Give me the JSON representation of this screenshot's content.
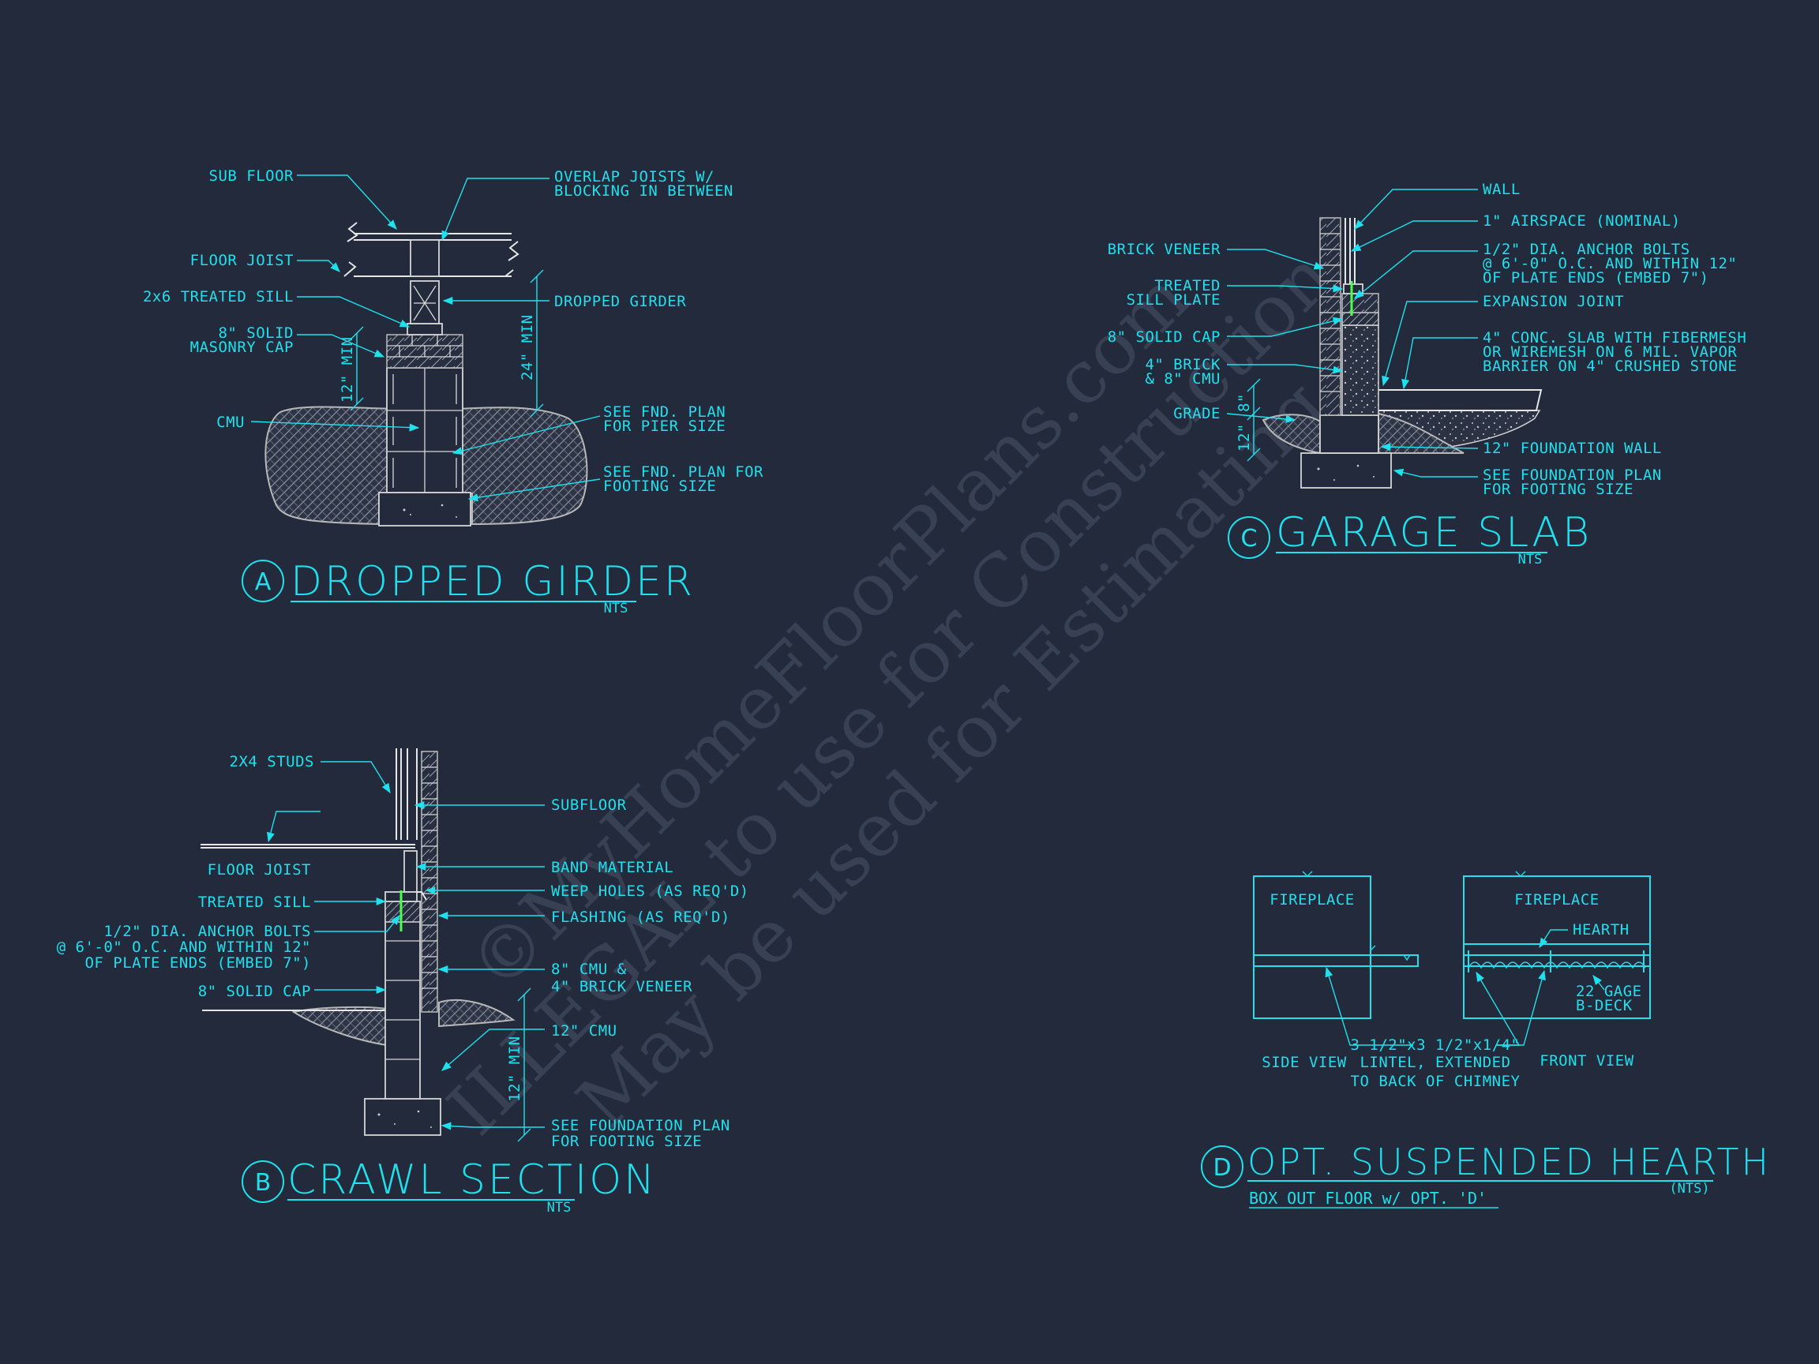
{
  "watermark": {
    "line1": "©MyHomeFloorPlans.com",
    "line2": "ILLEGAL to use for Construction",
    "line3": "May be used for Estimating"
  },
  "detail_a": {
    "letter": "A",
    "title": "DROPPED GIRDER",
    "scale": "NTS",
    "labels": {
      "sub_floor": "SUB FLOOR",
      "floor_joist": "FLOOR JOIST",
      "treated_sill": "2x6 TREATED SILL",
      "masonry_cap_1": "8\" SOLID",
      "masonry_cap_2": "MASONRY CAP",
      "cmu": "CMU",
      "overlap_1": "OVERLAP JOISTS W/",
      "overlap_2": "BLOCKING IN BETWEEN",
      "dropped_girder": "DROPPED GIRDER",
      "pier_1": "SEE FND. PLAN",
      "pier_2": "FOR PIER SIZE",
      "footing_1": "SEE FND. PLAN FOR",
      "footing_2": "FOOTING SIZE",
      "dim_12": "12\" MIN",
      "dim_24": "24\" MIN"
    }
  },
  "detail_b": {
    "letter": "B",
    "title": "CRAWL SECTION",
    "scale": "NTS",
    "labels": {
      "studs": "2X4 STUDS",
      "subfloor": "SUBFLOOR",
      "floor_joist": "FLOOR JOIST",
      "band": "BAND MATERIAL",
      "treated_sill": "TREATED SILL",
      "weep": "WEEP HOLES (AS REQ'D)",
      "anchor_1": "1/2\" DIA. ANCHOR BOLTS",
      "anchor_2": "@ 6'-0\" O.C. AND WITHIN 12\"",
      "anchor_3": "OF PLATE ENDS (EMBED 7\")",
      "flashing": "FLASHING (AS REQ'D)",
      "cmu_brick_1": "8\" CMU &",
      "cmu_brick_2": "4\" BRICK VENEER",
      "solid_cap": "8\" SOLID CAP",
      "cmu_12": "12\" CMU",
      "footing_1": "SEE FOUNDATION PLAN",
      "footing_2": "FOR FOOTING SIZE",
      "dim_12": "12\" MIN"
    }
  },
  "detail_c": {
    "letter": "C",
    "title": "GARAGE SLAB",
    "scale": "NTS",
    "labels": {
      "wall": "WALL",
      "airspace": "1\" AIRSPACE (NOMINAL)",
      "brick_veneer": "BRICK VENEER",
      "anchor_1": "1/2\" DIA. ANCHOR BOLTS",
      "anchor_2": "@ 6'-0\" O.C. AND WITHIN 12\"",
      "anchor_3": "OF PLATE ENDS (EMBED 7\")",
      "sill_1": "TREATED",
      "sill_2": "SILL PLATE",
      "expansion": "EXPANSION JOINT",
      "solid_cap": "8\" SOLID CAP",
      "slab_1": "4\" CONC. SLAB WITH FIBERMESH",
      "slab_2": "OR WIREMESH ON 6 MIL. VAPOR",
      "slab_3": "BARRIER ON 4\" CRUSHED STONE",
      "brick_cmu_1": "4\" BRICK",
      "brick_cmu_2": "& 8\" CMU",
      "grade": "GRADE",
      "fnd_wall": "12\" FOUNDATION WALL",
      "footing_1": "SEE FOUNDATION PLAN",
      "footing_2": "FOR FOOTING SIZE",
      "dim_8": "8\"",
      "dim_12": "12\""
    }
  },
  "detail_d": {
    "letter": "D",
    "title": "OPT. SUSPENDED HEARTH",
    "scale": "(NTS)",
    "subtitle": "BOX OUT FLOOR w/ OPT. 'D'",
    "labels": {
      "fireplace_left": "FIREPLACE",
      "fireplace_right": "FIREPLACE",
      "hearth": "HEARTH",
      "bdeck_1": "22 GAGE",
      "bdeck_2": "B-DECK",
      "lintel_1": "3 1/2\"x3 1/2\"x1/4\"",
      "lintel_2": "LINTEL, EXTENDED",
      "lintel_3": "TO BACK OF CHIMNEY",
      "side_view": "SIDE VIEW",
      "front_view": "FRONT VIEW"
    }
  }
}
